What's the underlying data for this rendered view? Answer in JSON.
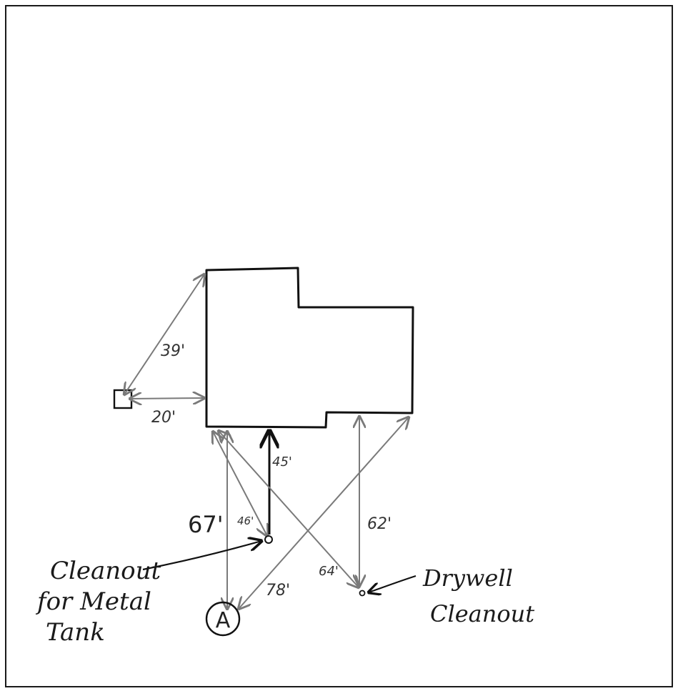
{
  "labels": {
    "cleanout_metal_tank": [
      "Cleanout",
      "for Metal",
      "Tank"
    ],
    "drywell_cleanout": [
      "Drywell",
      "Cleanout"
    ],
    "marker_a": "A"
  },
  "measurements": {
    "m39": "39'",
    "m20": "20'",
    "m45": "45'",
    "m67": "67'",
    "m46": "46'",
    "m62": "62'",
    "m64": "64'",
    "m78": "78'"
  },
  "colors": {
    "border": "#1a1a1a",
    "building": "#111111",
    "arrow_gray": "#7a7a7a",
    "arrow_dark": "#111111",
    "text": "#222222"
  }
}
